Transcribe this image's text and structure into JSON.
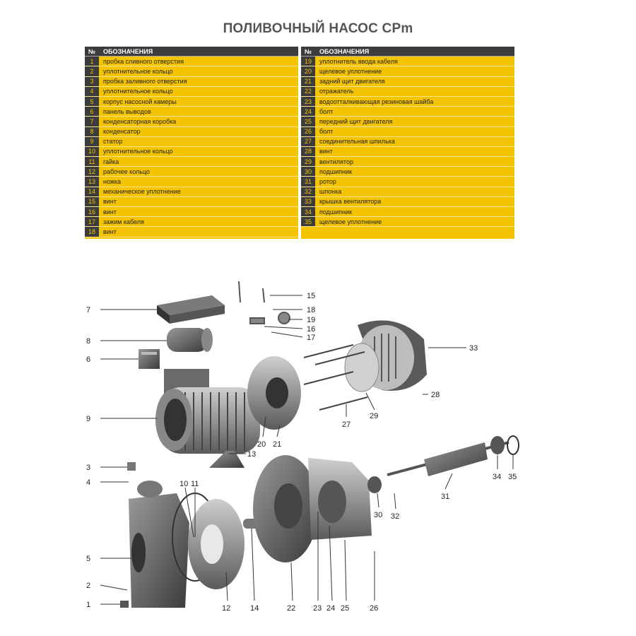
{
  "title": "ПОЛИВОЧНЫЙ НАСОС CPm",
  "legend": {
    "header_num": "№",
    "header_text": "ОБОЗНАЧЕНИЯ",
    "left": [
      {
        "n": "1",
        "t": "пробка сливного отверстия"
      },
      {
        "n": "2",
        "t": "уплотнительное кольцо"
      },
      {
        "n": "3",
        "t": "пробка заливного отверстия"
      },
      {
        "n": "4",
        "t": "уплотнительное кольцо"
      },
      {
        "n": "5",
        "t": "корпус насосной камеры"
      },
      {
        "n": "6",
        "t": "панель выводов"
      },
      {
        "n": "7",
        "t": "конденсаторная коробка"
      },
      {
        "n": "8",
        "t": "конденсатор"
      },
      {
        "n": "9",
        "t": "статор"
      },
      {
        "n": "10",
        "t": "уплотнительное кольцо"
      },
      {
        "n": "11",
        "t": "гайка"
      },
      {
        "n": "12",
        "t": "рабочее кольцо"
      },
      {
        "n": "13",
        "t": "ножка"
      },
      {
        "n": "14",
        "t": "механическое уплотнение"
      },
      {
        "n": "15",
        "t": "винт"
      },
      {
        "n": "16",
        "t": "винт"
      },
      {
        "n": "17",
        "t": "зажим кабеля"
      },
      {
        "n": "18",
        "t": "винт"
      }
    ],
    "right": [
      {
        "n": "19",
        "t": "уплотнитель ввода кабеля"
      },
      {
        "n": "20",
        "t": "щелевое уплотнение"
      },
      {
        "n": "21",
        "t": "задний щит двигателя"
      },
      {
        "n": "22",
        "t": "отражатель"
      },
      {
        "n": "23",
        "t": "водоотталкивающая резиновая шайба"
      },
      {
        "n": "24",
        "t": "болт"
      },
      {
        "n": "25",
        "t": "передний щит двигателя"
      },
      {
        "n": "26",
        "t": "болт"
      },
      {
        "n": "27",
        "t": "соединительная шпилька"
      },
      {
        "n": "28",
        "t": "винт"
      },
      {
        "n": "29",
        "t": "вентилятор"
      },
      {
        "n": "30",
        "t": "подшипник"
      },
      {
        "n": "31",
        "t": "ротор"
      },
      {
        "n": "32",
        "t": "шпонка"
      },
      {
        "n": "33",
        "t": "крышка вентилятора"
      },
      {
        "n": "34",
        "t": "подшипник"
      },
      {
        "n": "35",
        "t": "щелевое уплотнение"
      }
    ]
  },
  "callouts": {
    "c1": "1",
    "c2": "2",
    "c3": "3",
    "c4": "4",
    "c5": "5",
    "c6": "6",
    "c7": "7",
    "c8": "8",
    "c9": "9",
    "c10": "10",
    "c11": "11",
    "c12": "12",
    "c13": "13",
    "c14": "14",
    "c15": "15",
    "c16": "16",
    "c17": "17",
    "c18": "18",
    "c19": "19",
    "c20": "20",
    "c21": "21",
    "c22": "22",
    "c23": "23",
    "c24": "24",
    "c25": "25",
    "c26": "26",
    "c27": "27",
    "c28": "28",
    "c29": "29",
    "c30": "30",
    "c31": "31",
    "c32": "32",
    "c33": "33",
    "c34": "34",
    "c35": "35"
  }
}
